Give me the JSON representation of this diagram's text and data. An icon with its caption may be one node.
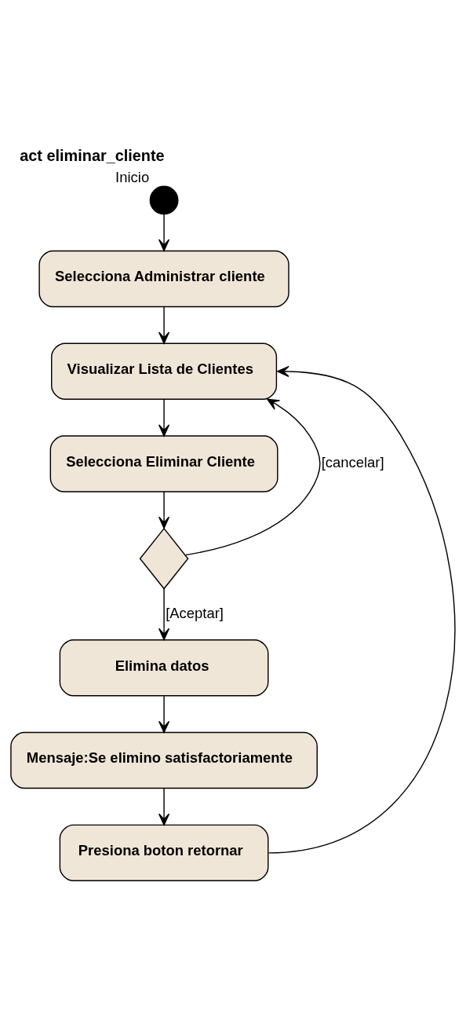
{
  "diagram": {
    "title": "act eliminar_cliente",
    "nodes": [
      {
        "text": [],
        "shape": "circle",
        "beside": [
          "Inicio"
        ]
      },
      {
        "text": [
          "Selecciona Administrar cliente"
        ]
      },
      {
        "text": [
          "Visualizar Lista de Clientes"
        ]
      },
      {
        "text": [
          "Selecciona Eliminar Cliente"
        ]
      },
      {
        "text": [],
        "shape": "diamond"
      },
      {
        "text": [
          "Elimina datos"
        ]
      },
      {
        "text": [
          "Mensaje:Se elimino satisfactoriamente"
        ]
      },
      {
        "text": [
          "Presiona boton retornar"
        ]
      }
    ],
    "edges": [
      {
        "from": 0,
        "to": 1,
        "arrow": "to"
      },
      {
        "from": 1,
        "to": 2,
        "arrow": "to"
      },
      {
        "from": 2,
        "to": 3,
        "arrow": "to"
      },
      {
        "from": 3,
        "to": 4,
        "arrow": "to"
      },
      {
        "from": 4,
        "to": 2,
        "arrow": "to",
        "label": "[cancelar]"
      },
      {
        "from": 4,
        "to": 5,
        "arrow": "to",
        "label": "[Aceptar]"
      },
      {
        "from": 5,
        "to": 6,
        "arrow": "to"
      },
      {
        "from": 6,
        "to": 7,
        "arrow": "to"
      },
      {
        "from": 7,
        "to": 2,
        "arrow": "to"
      }
    ]
  }
}
